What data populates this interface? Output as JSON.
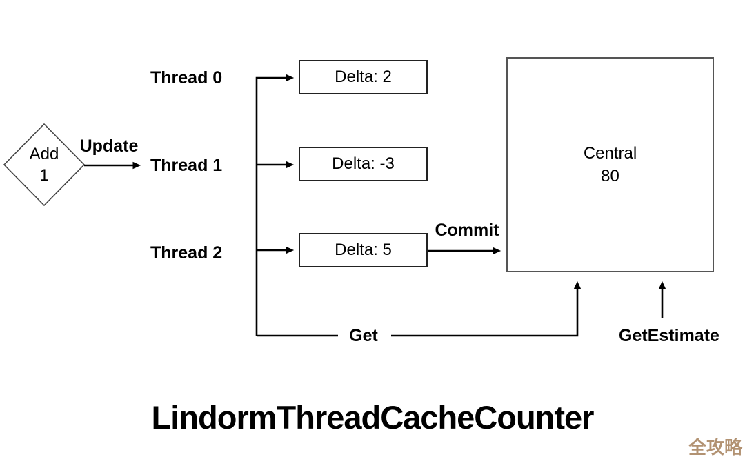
{
  "diagram": {
    "caption": "LindormThreadCacheCounter",
    "add_node": {
      "line1": "Add",
      "line2": "1"
    },
    "edges": {
      "update": "Update",
      "commit": "Commit",
      "get": "Get",
      "get_estimate": "GetEstimate"
    },
    "threads": [
      {
        "label": "Thread 0",
        "delta": "Delta: 2"
      },
      {
        "label": "Thread 1",
        "delta": "Delta: -3"
      },
      {
        "label": "Thread 2",
        "delta": "Delta: 5"
      }
    ],
    "central": {
      "label": "Central",
      "value": "80"
    },
    "watermark": {
      "text": "全攻略",
      "color": "#b29272"
    }
  },
  "colors": {
    "line": "#000000",
    "delta_box_border": "#222222",
    "central_box_border": "#555555",
    "diamond_border": "#444444",
    "text": "#000000",
    "background": "#ffffff"
  }
}
